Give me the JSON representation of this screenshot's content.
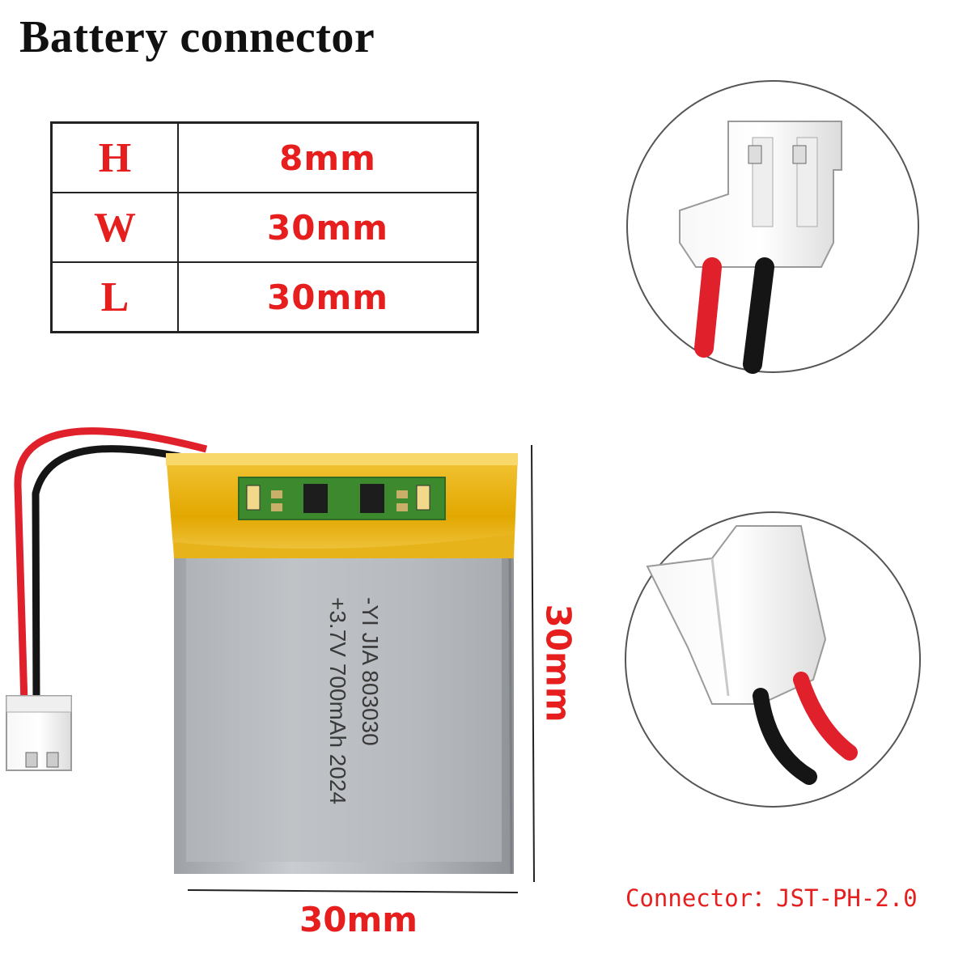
{
  "title": "Battery connector",
  "dimensions": [
    {
      "key": "H",
      "value": "8mm"
    },
    {
      "key": "W",
      "value": "30mm"
    },
    {
      "key": "L",
      "value": "30mm"
    }
  ],
  "battery_label": {
    "line1": "-YI JIA 803030",
    "line2": "+3.7V 700mAh 2024"
  },
  "width_annotation": "30mm",
  "length_annotation": "30mm",
  "connector_text": "Connector：JST-PH-2.0",
  "colors": {
    "accent_red": "#e61e1e",
    "wire_red": "#e0202a",
    "wire_black": "#151515",
    "kapton_yellow": "#e9b300",
    "cell_silver": "#b9bcc0"
  },
  "icons": [
    "battery-cell-image",
    "connector-top-image",
    "connector-side-image",
    "wire-plug-image"
  ]
}
